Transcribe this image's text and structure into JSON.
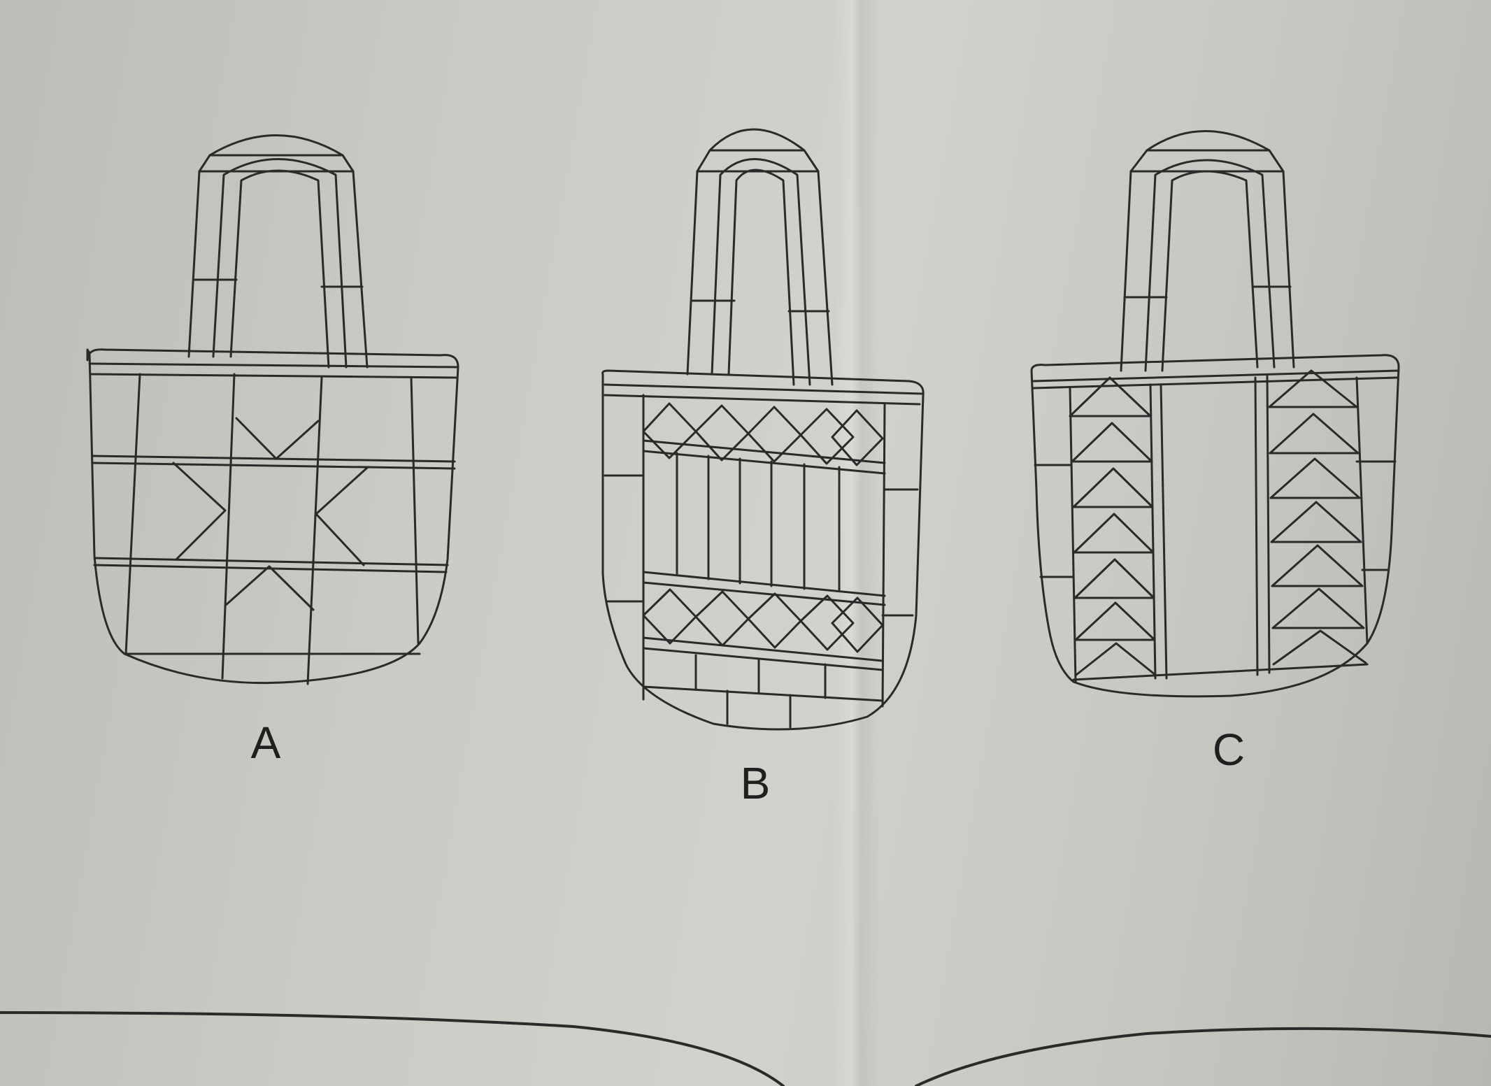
{
  "variants": [
    {
      "letter": "A",
      "pattern": "eight-point-star"
    },
    {
      "letter": "B",
      "pattern": "diamond-rows-and-stripes"
    },
    {
      "letter": "C",
      "pattern": "flying-geese-columns"
    }
  ]
}
